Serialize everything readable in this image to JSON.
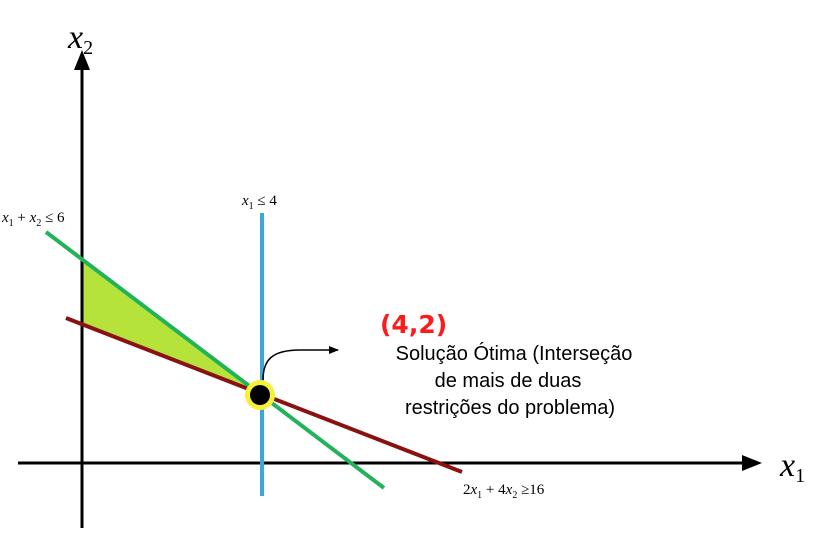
{
  "axes": {
    "x_label": {
      "base": "x",
      "sub": "1"
    },
    "y_label": {
      "base": "x",
      "sub": "2"
    }
  },
  "constraints": {
    "c1": {
      "parts": [
        {
          "t": "x",
          "kind": "var"
        },
        {
          "t": "1",
          "kind": "sub"
        },
        {
          "t": " + ",
          "kind": "op"
        },
        {
          "t": "x",
          "kind": "var"
        },
        {
          "t": "2",
          "kind": "sub"
        },
        {
          "t": " ≤ 6",
          "kind": "op"
        }
      ]
    },
    "c2": {
      "parts": [
        {
          "t": "x",
          "kind": "var"
        },
        {
          "t": "1",
          "kind": "sub"
        },
        {
          "t": " ≤ 4",
          "kind": "op"
        }
      ]
    },
    "c3": {
      "parts": [
        {
          "t": "2",
          "kind": "op"
        },
        {
          "t": "x",
          "kind": "var"
        },
        {
          "t": "1",
          "kind": "sub"
        },
        {
          "t": " + 4",
          "kind": "op"
        },
        {
          "t": "x",
          "kind": "var"
        },
        {
          "t": "2",
          "kind": "sub"
        },
        {
          "t": " ≥16",
          "kind": "op"
        }
      ]
    }
  },
  "optimal": {
    "label": "(4,2)",
    "description_lines": [
      "Solução Ótima (Interseção",
      "de mais de duas",
      "restrições do problema)"
    ]
  },
  "colors": {
    "axis": "#000000",
    "line_sum": "#22b35a",
    "line_x1": "#3aa8d8",
    "line_ineq": "#8b1010",
    "feasible_fill": "#b5e33a",
    "point_fill": "#000000",
    "point_ring": "#f5f03a",
    "label_red": "#ff1a1a"
  }
}
